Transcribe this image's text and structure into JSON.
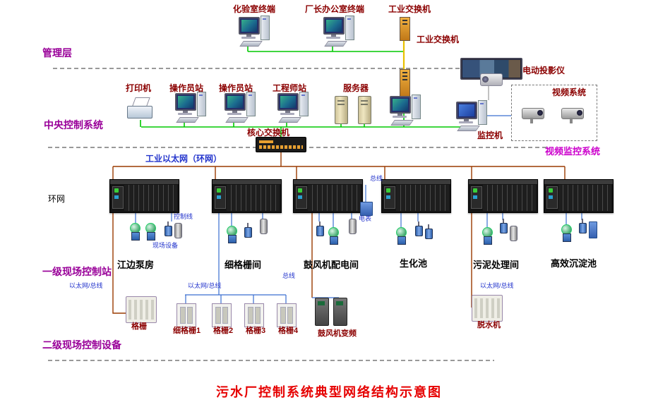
{
  "title": "污水厂控制系统典型网络结构示意图",
  "layers": {
    "management": "管理层",
    "central": "中央控制系统",
    "ring": "环网",
    "field_station": "一级现场控制站",
    "field_device": "二级现场控制设备",
    "video": "视频监控系统"
  },
  "management": {
    "lab_terminal": "化验室终端",
    "director_terminal": "厂长办公室终端",
    "switch_labels": [
      "工业交换机",
      "工业交换机"
    ]
  },
  "central": {
    "printer": "打印机",
    "operator_labels": [
      "操作员站",
      "操作员站"
    ],
    "engineer": "工程师站",
    "server": "服务器",
    "core_switch": "核心交换机",
    "projector": "电动投影仪",
    "monitor": "监控机",
    "video_system": "视频系统"
  },
  "network": {
    "ethernet_ring": "工业以太网（环网）",
    "control_line": "控制线",
    "field_equipment": "现场设备",
    "bus_labels": [
      "总线",
      "总线"
    ],
    "meter": "电表",
    "eth_bus_labels": [
      "以太网/总线",
      "以太网/总线",
      "以太网/总线"
    ]
  },
  "stations": [
    {
      "label": "江边泵房"
    },
    {
      "label": "细格栅间"
    },
    {
      "label": "鼓风机配电间"
    },
    {
      "label": "生化池"
    },
    {
      "label": "污泥处理间"
    },
    {
      "label": "高效沉淀池"
    }
  ],
  "field_devices": {
    "grid": "格栅",
    "grid_units": [
      "细格栅1",
      "格栅2",
      "格栅3",
      "格栅4"
    ],
    "blower_vfd": "鼓风机变频",
    "dehydrator": "脱水机"
  },
  "colors": {
    "management_line_green": "#00c800",
    "uplink_yellow": "#e8c000",
    "ring_line_brown": "#9a3a00",
    "field_line_blue": "#3a6fd0",
    "title_red": "#e60000",
    "layer_purple": "#990099",
    "device_maroon": "#8b0000",
    "small_label_blue": "#2233cc"
  }
}
